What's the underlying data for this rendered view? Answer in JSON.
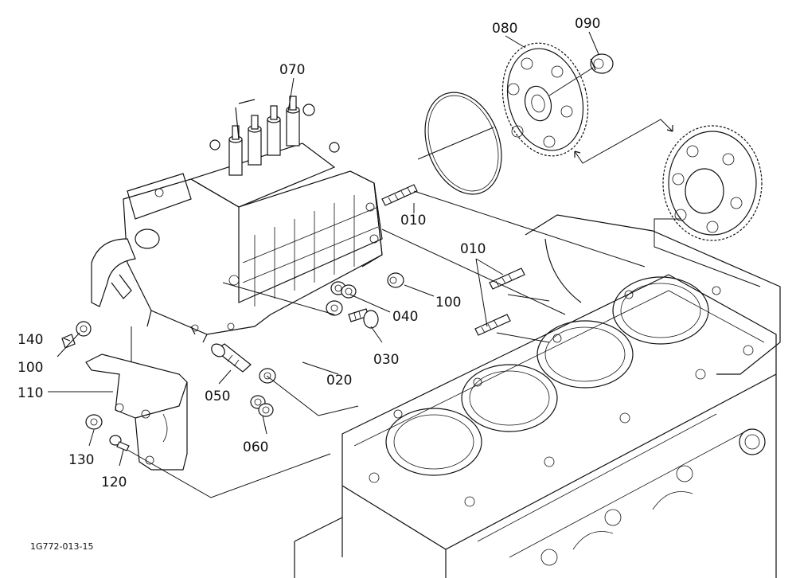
{
  "diagram": {
    "reference_code": "1G772-013-15",
    "callouts": [
      {
        "id": "070",
        "label": "070"
      },
      {
        "id": "080",
        "label": "080"
      },
      {
        "id": "090",
        "label": "090"
      },
      {
        "id": "010a",
        "label": "010"
      },
      {
        "id": "010b",
        "label": "010"
      },
      {
        "id": "100a",
        "label": "100"
      },
      {
        "id": "040",
        "label": "040"
      },
      {
        "id": "030",
        "label": "030"
      },
      {
        "id": "020",
        "label": "020"
      },
      {
        "id": "050",
        "label": "050"
      },
      {
        "id": "060",
        "label": "060"
      },
      {
        "id": "140",
        "label": "140"
      },
      {
        "id": "100b",
        "label": "100"
      },
      {
        "id": "110",
        "label": "110"
      },
      {
        "id": "130",
        "label": "130"
      },
      {
        "id": "120",
        "label": "120"
      }
    ]
  }
}
